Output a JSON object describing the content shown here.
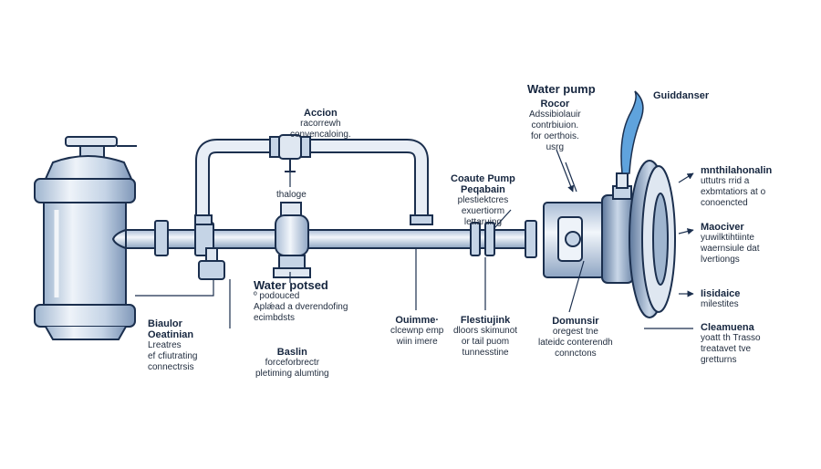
{
  "colors": {
    "outline": "#1b2f4e",
    "steel_light": "#e9f0f8",
    "steel_mid": "#b7c9df",
    "steel_dark": "#6f88aa",
    "water": "#5fa3dd",
    "text": "#1f2b3d"
  },
  "labels": {
    "accion": {
      "title": "Accion",
      "body": "racorrewh\nconvencaloing."
    },
    "thaloge": {
      "title": "",
      "body": "thaloge"
    },
    "water_potsed": {
      "title": "Water potsed",
      "body": "º podouced\nAplǽad a dverendofing\necimbdsts"
    },
    "biaulor": {
      "title": "Biaulor\nOeatinian",
      "body": "Lreatres\nef cfiutrating\nconnectrsis"
    },
    "baslin": {
      "title": "Baslin",
      "body": "forceforbrectr\npletiming alumting"
    },
    "coaute_pump": {
      "title": "Coaute Pump\nPeqabain",
      "body": "plestiektcres\nexuertiorm\nlettaruing"
    },
    "ouimme": {
      "title": "Ouimme·",
      "body": "clcewnp emp\nwiin imere"
    },
    "flestiujink": {
      "title": "Flestiujink",
      "body": "dloors skimunot\nor tail puom\ntunnesstine"
    },
    "water_pump": {
      "title": "Water pump",
      "body": ""
    },
    "rocor": {
      "title": "Rocor",
      "body": "Adssibiolauir\ncontrbiuion.\nfor oerthois.\nusrg"
    },
    "guiddanser": {
      "title": "Guiddanser",
      "body": ""
    },
    "domunsir": {
      "title": "Domunsir",
      "body": "oregest tne\nlateidc conterendh\nconnctons"
    },
    "mnthilahonalin": {
      "title": "mnthilahonalin",
      "body": "uttutrs rrid a\nexbmtatiors at o\nconoencted"
    },
    "maociver": {
      "title": "Maociver",
      "body": "yuwilktihtiinte\nwaernsiule dat\nlvertiongs"
    },
    "lisidaice": {
      "title": "Iisidaice",
      "body": "milestites"
    },
    "cleamuena": {
      "title": "Cleamuena",
      "body": "yoatt th Trasso\ntreatavet tve\ngretturns"
    }
  }
}
